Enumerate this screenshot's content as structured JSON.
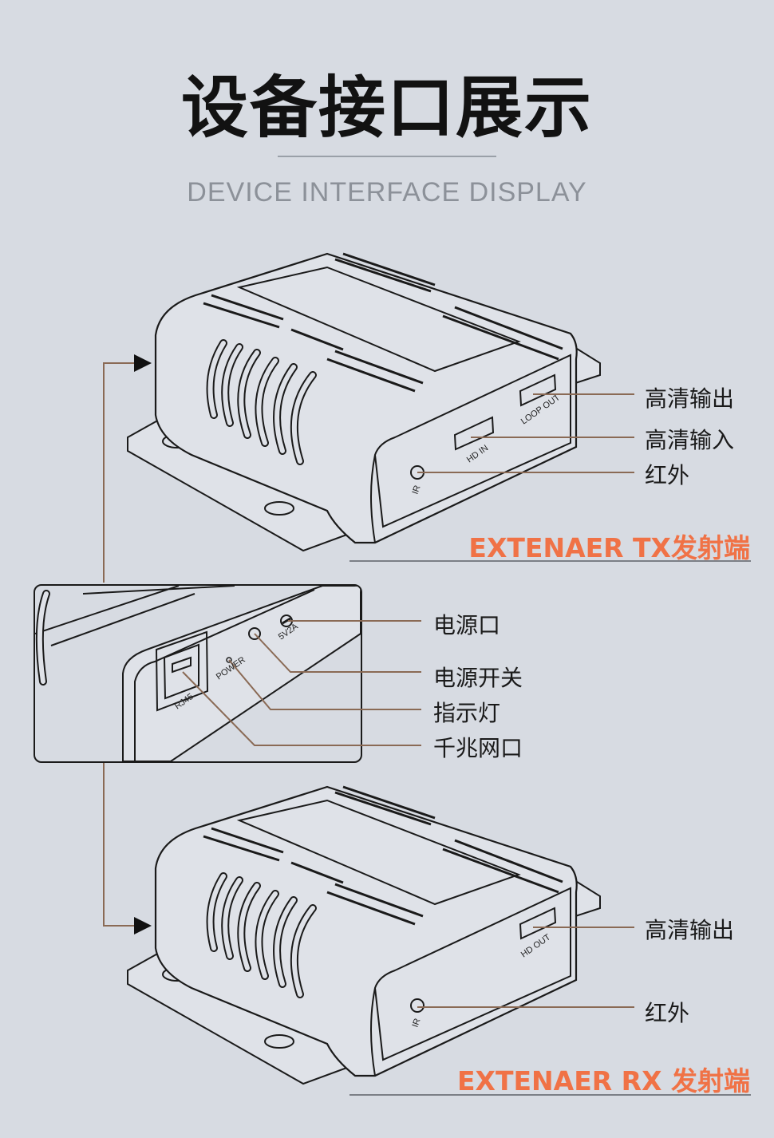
{
  "header": {
    "title": "设备接口展示",
    "subtitle": "DEVICE INTERFACE DISPLAY"
  },
  "tx": {
    "labels": [
      "高清输出",
      "高清输入",
      "红外"
    ],
    "ports": [
      "LOOP OUT",
      "HD IN",
      "IR"
    ],
    "brand": "EXTENAER TX发射端"
  },
  "inset": {
    "labels": [
      "电源口",
      "电源开关",
      "指示灯",
      "千兆网口"
    ],
    "ports": [
      "5V2A",
      "POWER",
      "RJ45"
    ]
  },
  "rx": {
    "labels": [
      "高清输出",
      "红外"
    ],
    "ports": [
      "HD OUT",
      "IR"
    ],
    "brand": "EXTENAER RX 发射端"
  },
  "colors": {
    "background": "#d7dbe2",
    "accent": "#f07246",
    "leader": "#8a6a55",
    "outline": "#1a1a1a"
  }
}
